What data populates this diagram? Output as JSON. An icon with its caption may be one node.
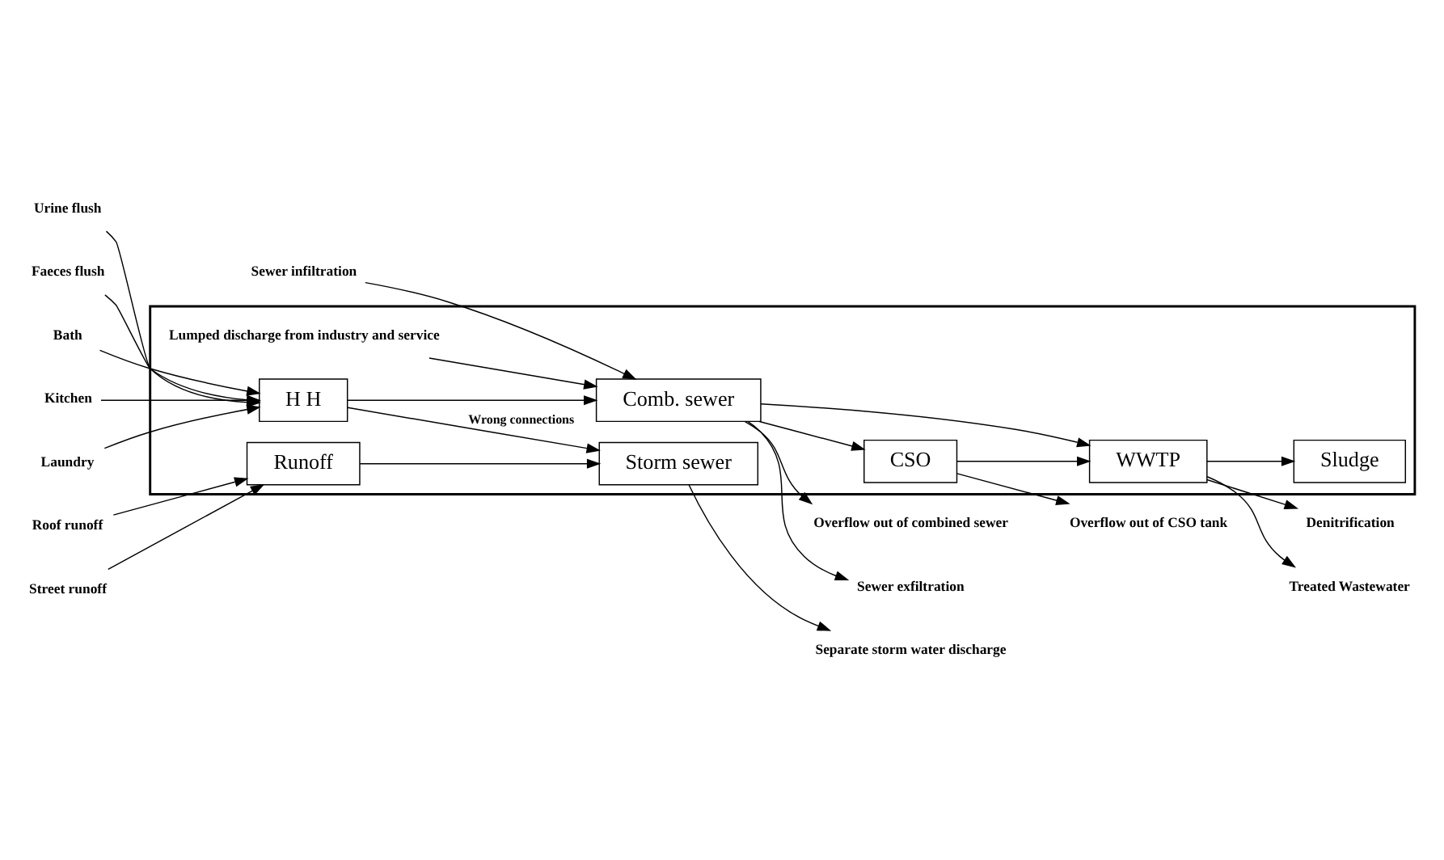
{
  "diagram": {
    "nodes": [
      {
        "text": [],
        "shape": "box"
      },
      {
        "text": [
          "Roof runoff"
        ]
      },
      {
        "text": [
          "Street runoff"
        ]
      },
      {
        "text": [
          "Denitrification"
        ]
      },
      {
        "text": [
          "Runoff"
        ],
        "in": 0
      },
      {
        "text": [
          "Lumped discharge from industry and service"
        ],
        "in": 0
      },
      {
        "text": [
          "Storm sewer"
        ],
        "in": 0
      },
      {
        "text": [
          "Sludge"
        ],
        "in": 0
      },
      {
        "text": [
          "Separate storm water discharge"
        ]
      },
      {
        "text": [
          "Bath"
        ]
      },
      {
        "text": [
          "Kitchen"
        ]
      },
      {
        "text": [
          "Laundry"
        ]
      },
      {
        "text": [
          "Urine flush"
        ]
      },
      {
        "text": [
          "Faeces flush"
        ]
      },
      {
        "text": [
          "H H"
        ],
        "in": 0
      },
      {
        "text": [
          "Comb. sewer"
        ],
        "in": 0
      },
      {
        "text": [
          "WWTP"
        ],
        "in": 0
      },
      {
        "text": [
          "Treated Wastewater"
        ]
      },
      {
        "text": [
          "CSO"
        ],
        "in": 0
      },
      {
        "text": [
          "Overflow out of CSO tank"
        ]
      },
      {
        "text": [
          "Overflow out of combined sewer"
        ]
      },
      {
        "text": [
          "Sewer infiltration"
        ]
      },
      {
        "text": [
          "Sewer exfiltration"
        ]
      }
    ],
    "edges": [
      {
        "from": 1,
        "to": 4,
        "arrow": "to"
      },
      {
        "from": 2,
        "to": 4,
        "arrow": "to"
      },
      {
        "from": 4,
        "to": 6,
        "arrow": "to"
      },
      {
        "from": 6,
        "to": 8,
        "arrow": "to"
      },
      {
        "from": 16,
        "to": 3,
        "arrow": "to"
      },
      {
        "from": 16,
        "to": 7,
        "arrow": "to"
      },
      {
        "from": 9,
        "to": 14,
        "arrow": "to"
      },
      {
        "from": 10,
        "to": 14,
        "arrow": "to"
      },
      {
        "from": 11,
        "to": 14,
        "arrow": "to"
      },
      {
        "from": 12,
        "to": 14,
        "arrow": "to"
      },
      {
        "from": 13,
        "to": 14,
        "arrow": "to"
      },
      {
        "from": 14,
        "to": 6,
        "arrow": "to",
        "label": "Wrong connections"
      },
      {
        "from": 5,
        "to": 15,
        "arrow": "to"
      },
      {
        "from": 14,
        "to": 15,
        "arrow": "to"
      },
      {
        "from": 15,
        "to": 16,
        "arrow": "to"
      },
      {
        "from": 15,
        "to": 18,
        "arrow": "to"
      },
      {
        "from": 18,
        "to": 16,
        "arrow": "to"
      },
      {
        "from": 16,
        "to": 17,
        "arrow": "to"
      },
      {
        "from": 18,
        "to": 19,
        "arrow": "to"
      },
      {
        "from": 15,
        "to": 20,
        "arrow": "to"
      },
      {
        "from": 21,
        "to": 15,
        "arrow": "to"
      },
      {
        "from": 15,
        "to": 22,
        "arrow": "to"
      }
    ]
  }
}
